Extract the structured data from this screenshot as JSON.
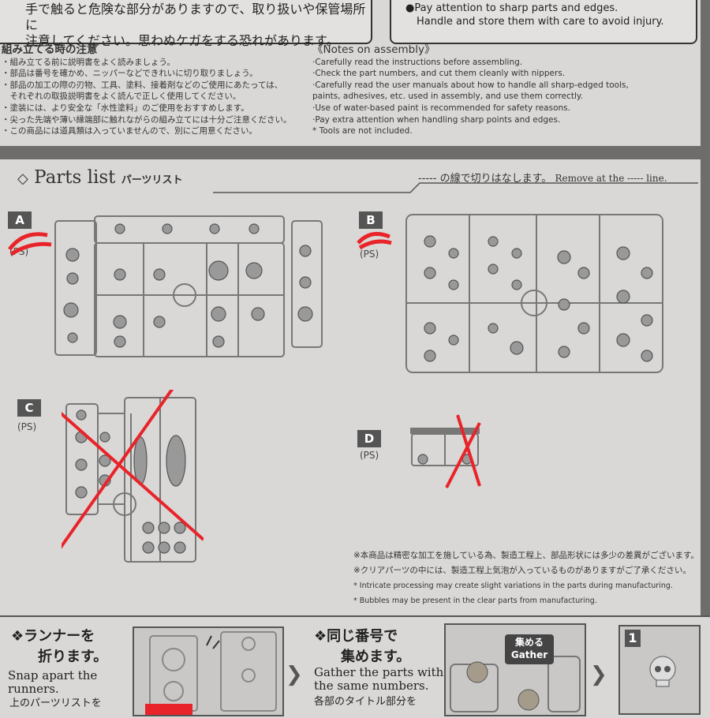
{
  "warnings": {
    "jp": [
      "手で触ると危険な部分がありますので、取り扱いや保管場所に",
      "注意してください。思わぬケガをする恐れがあります。"
    ],
    "en": [
      "Pay attention to sharp parts and edges.",
      "Handle and store them with care to avoid injury."
    ]
  },
  "notes_jp": {
    "heading": "組み立てる時の注意",
    "lines": [
      "・組み立てる前に説明書をよく読みましょう。",
      "・部品は番号を確かめ、ニッパーなどできれいに切り取りましょう。",
      "・部品の加工の際の刃物、工具、塗料、接着剤などのご使用にあたっては、",
      "　それぞれの取扱説明書をよく読んで正しく使用してください。",
      "・塗装には、より安全な「水性塗料」のご使用をおすすめします。",
      "・尖った先端や薄い縁端部に触れながらの組み立てには十分ご注意ください。",
      "・この商品には道具類は入っていませんので、別にご用意ください。"
    ]
  },
  "notes_en": {
    "heading": "《Notes on assembly》",
    "lines": [
      "·Carefully read the instructions before assembling.",
      "·Check the part numbers, and cut them cleanly with nippers.",
      "·Carefully read the user manuals about how to handle all sharp-edged tools,",
      " paints, adhesives, etc. used in assembly, and use them correctly.",
      "·Use of water-based paint is recommended for safety reasons.",
      "·Pay extra attention when handling sharp points and edges.",
      "* Tools are not included."
    ]
  },
  "parts_list": {
    "title": "Parts list",
    "subtitle": "パーツリスト",
    "remove_jp": "----- の線で切りはなします。",
    "remove_en": "Remove at the ----- line."
  },
  "runners": {
    "A": {
      "label": "A",
      "material": "(PS)"
    },
    "B": {
      "label": "B",
      "material": "(PS)"
    },
    "C": {
      "label": "C",
      "material": "(PS)"
    },
    "D": {
      "label": "D",
      "material": "(PS)"
    }
  },
  "disclaimer": {
    "jp": [
      "※本商品は精密な加工を施している為、製造工程上、部品形状には多少の差異がございます。",
      "※クリアパーツの中には、製造工程上気泡が入っているものがありますがご了承ください。"
    ],
    "en": [
      "* Intricate processing may create slight variations in the parts during manufacturing.",
      "* Bubbles may be present in the clear parts from manufacturing."
    ]
  },
  "steps": {
    "snap": {
      "title_jp": [
        "ランナーを",
        "折ります。"
      ],
      "title_en": [
        "Snap apart the",
        "runners."
      ],
      "note_jp": "上のパーツリストを"
    },
    "gather": {
      "title_jp": [
        "同じ番号で",
        "集めます。"
      ],
      "title_en": [
        "Gather the parts with",
        "the same numbers."
      ],
      "note_jp": "各部のタイトル部分を",
      "badge_jp": "集める",
      "badge_en": "Gather"
    },
    "step_number": "1"
  },
  "colors": {
    "background": "#d9d8d6",
    "label": "#555555",
    "red_mark": "#e8242a"
  }
}
